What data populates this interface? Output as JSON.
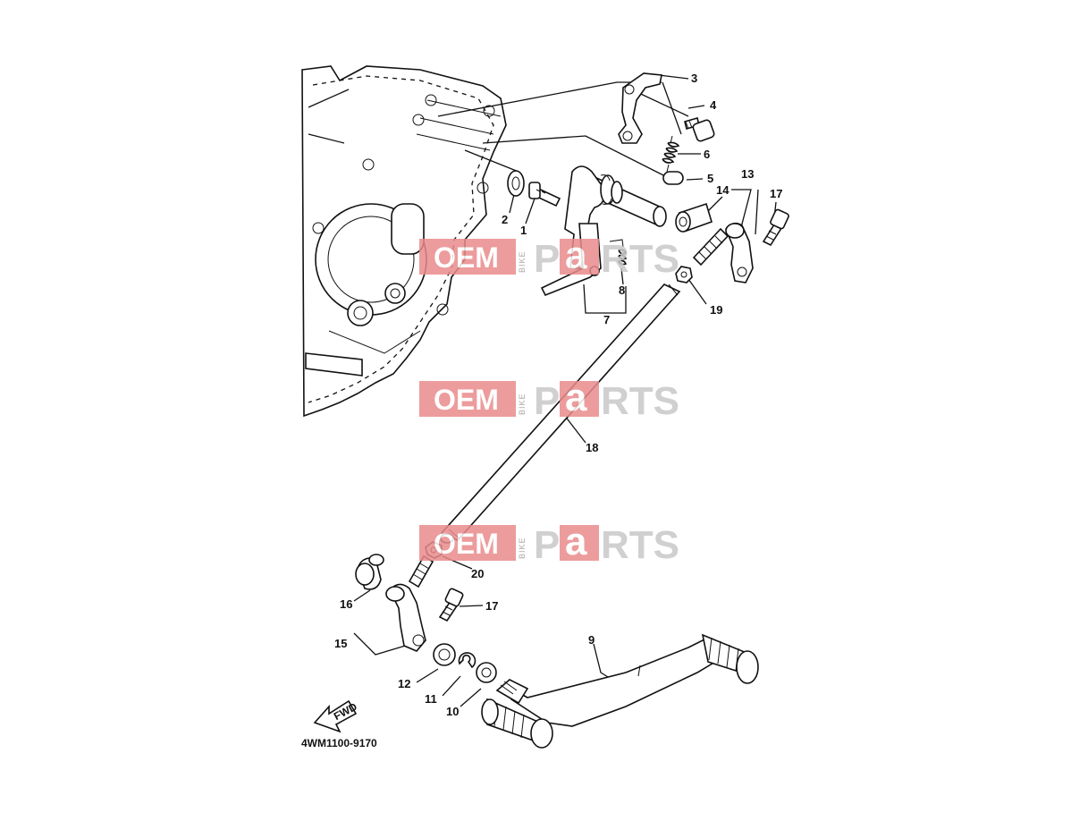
{
  "diagram": {
    "code": "4WM1100-9170",
    "fwd_label": "FWD",
    "callouts": [
      {
        "id": "c1",
        "text": "1"
      },
      {
        "id": "c2",
        "text": "2"
      },
      {
        "id": "c3",
        "text": "3"
      },
      {
        "id": "c4",
        "text": "4"
      },
      {
        "id": "c5",
        "text": "5"
      },
      {
        "id": "c6",
        "text": "6"
      },
      {
        "id": "c7",
        "text": "7"
      },
      {
        "id": "c8",
        "text": "8"
      },
      {
        "id": "c9",
        "text": "9"
      },
      {
        "id": "c10",
        "text": "10"
      },
      {
        "id": "c11",
        "text": "11"
      },
      {
        "id": "c12",
        "text": "12"
      },
      {
        "id": "c13",
        "text": "13"
      },
      {
        "id": "c14",
        "text": "14"
      },
      {
        "id": "c15",
        "text": "15"
      },
      {
        "id": "c16",
        "text": "16"
      },
      {
        "id": "c17a",
        "text": "17"
      },
      {
        "id": "c17b",
        "text": "17"
      },
      {
        "id": "c18",
        "text": "18"
      },
      {
        "id": "c19",
        "text": "19"
      },
      {
        "id": "c20",
        "text": "20"
      }
    ]
  },
  "watermark": {
    "oem": "OEM",
    "bike": "BIKE",
    "p": "P",
    "a": "a",
    "rts": "RTS",
    "colors": {
      "red": "#e98b8b",
      "grey": "#c8c8c8"
    }
  }
}
